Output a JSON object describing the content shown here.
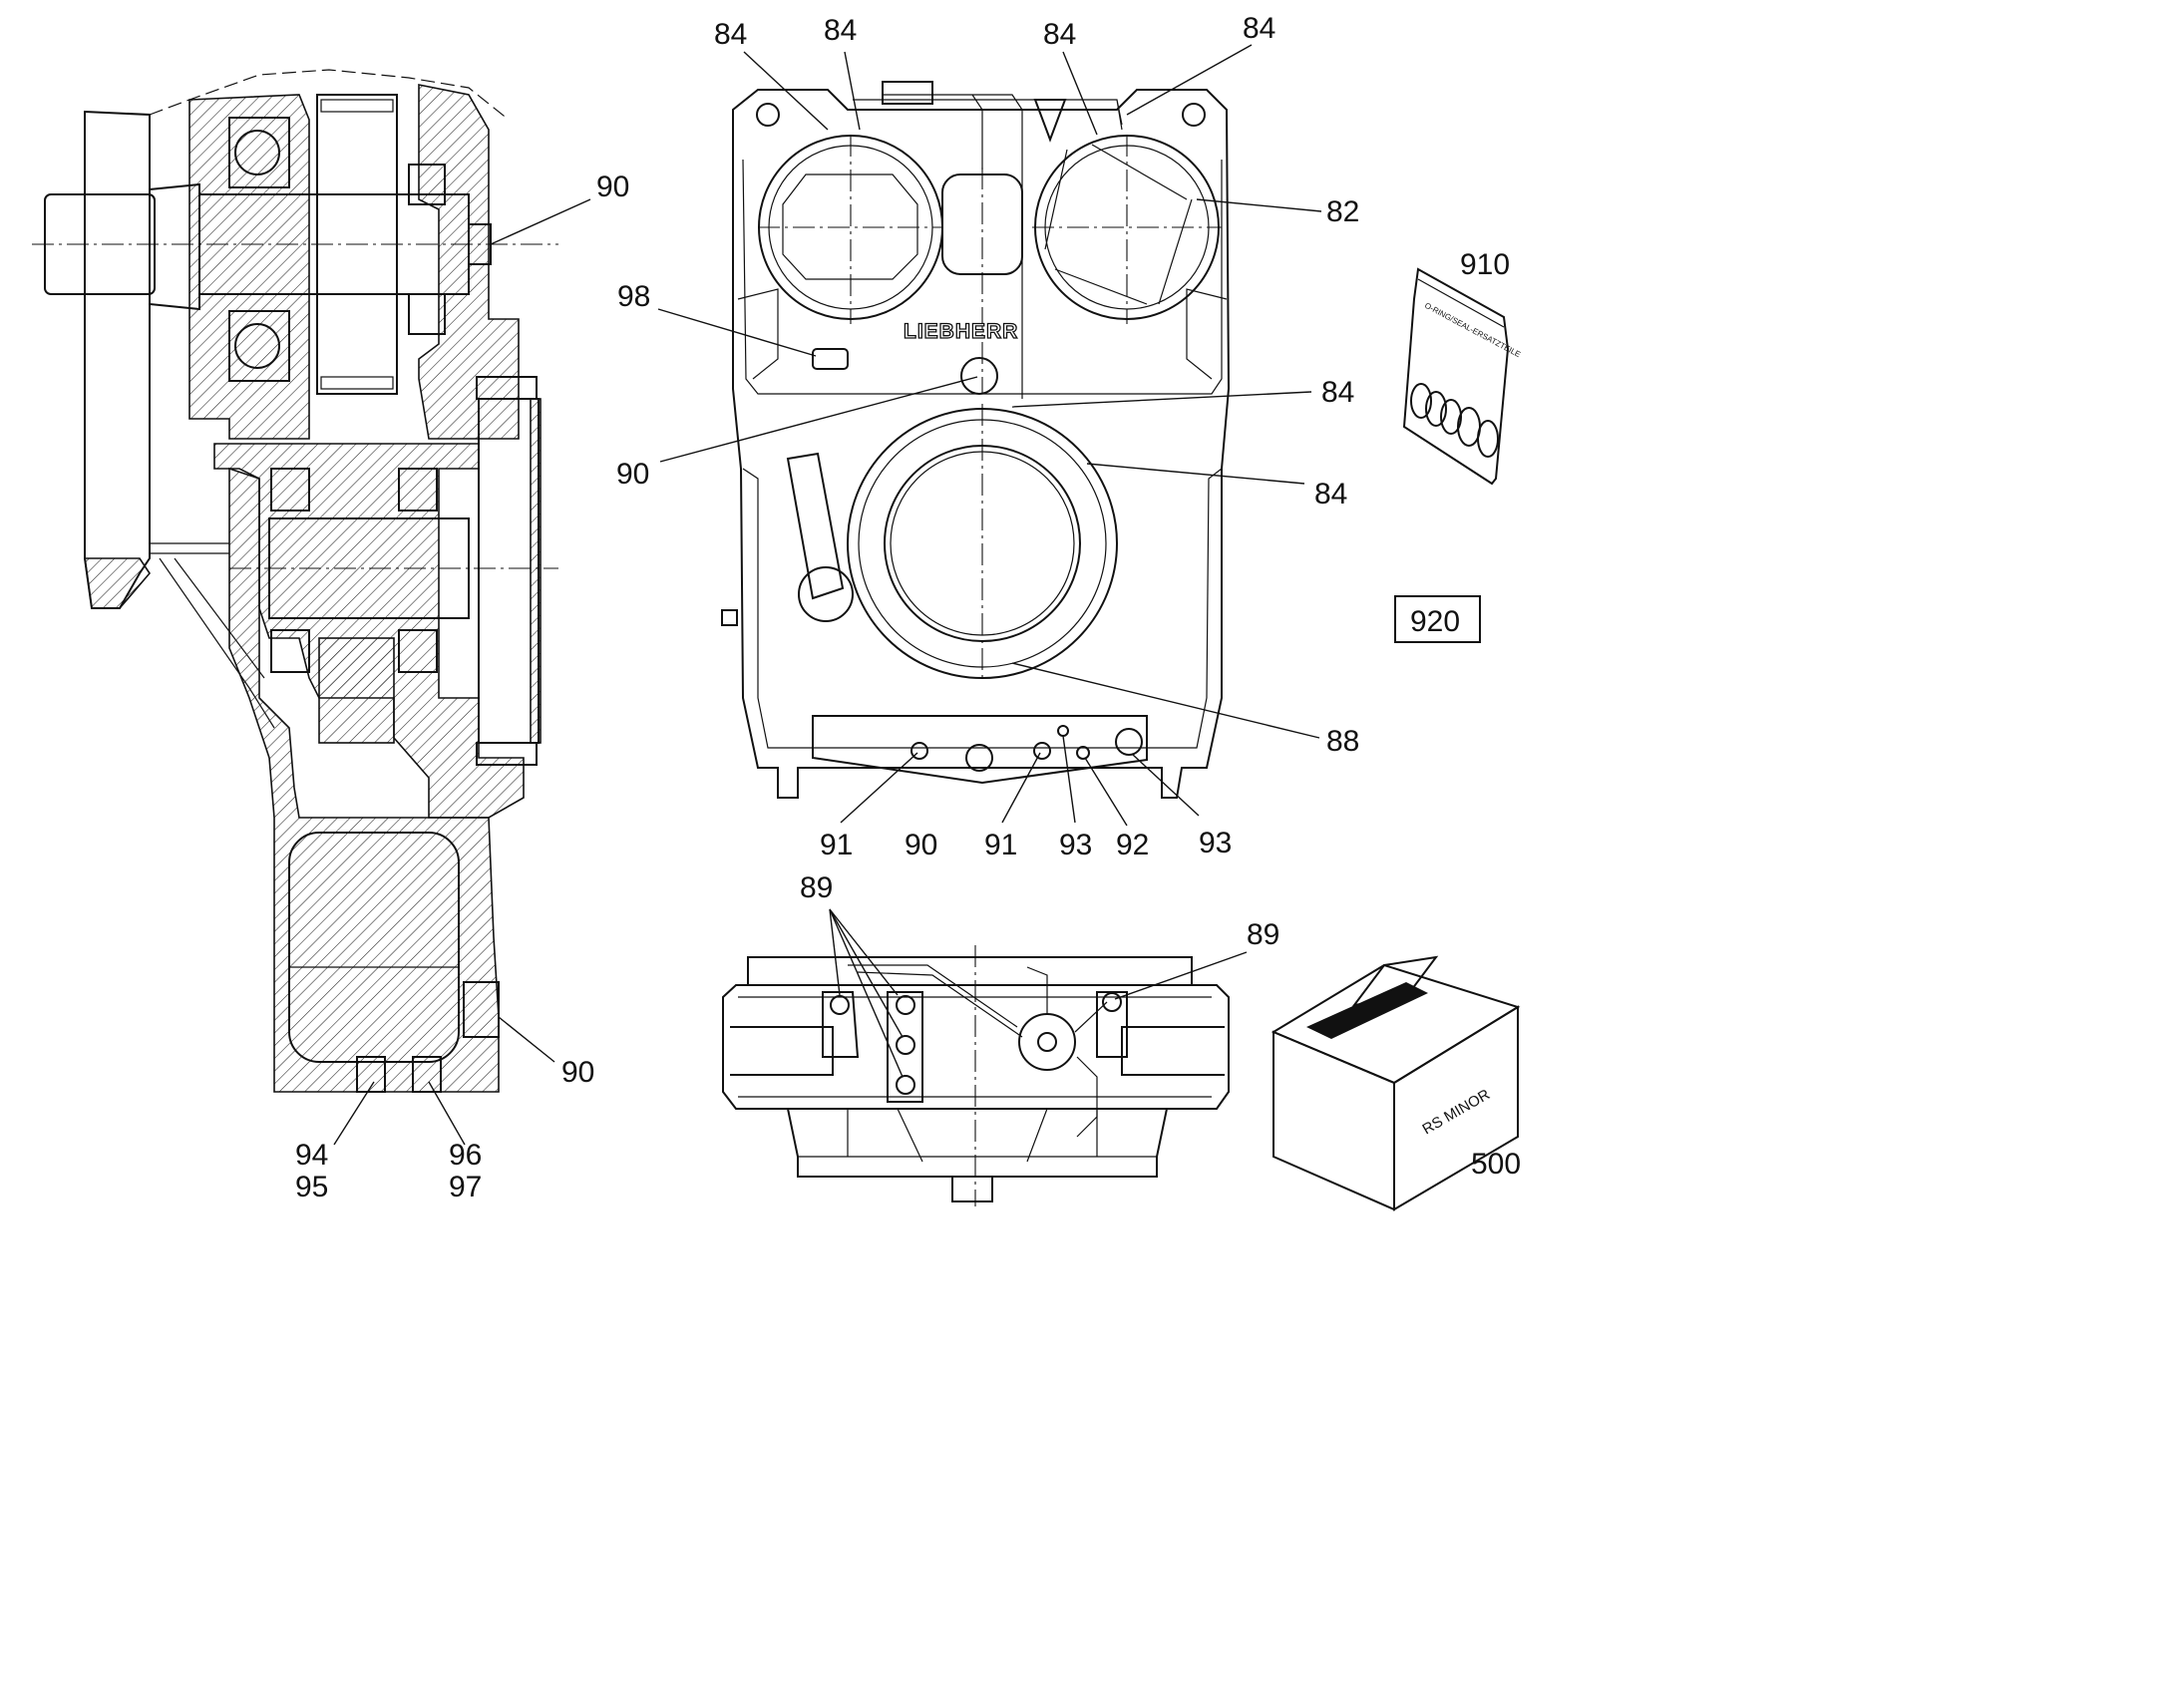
{
  "brand_label": "LIEBHERR",
  "kit_bag_text": "O-RING/SEAL-ERSATZTEILE",
  "box_text": "RS MINOR",
  "part_number_box": "920",
  "callouts": {
    "side_90_top": "90",
    "side_90_bottom": "90",
    "side_94": "94",
    "side_95": "95",
    "side_96": "96",
    "side_97": "97",
    "front_84_a": "84",
    "front_84_b": "84",
    "front_84_c": "84",
    "front_84_d": "84",
    "front_84_e": "84",
    "front_84_f": "84",
    "front_82": "82",
    "front_98": "98",
    "front_90_mid": "90",
    "front_88": "88",
    "front_91_a": "91",
    "front_90_bottom": "90",
    "front_91_b": "91",
    "front_93_a": "93",
    "front_92": "92",
    "front_93_b": "93",
    "bottom_89_a": "89",
    "bottom_89_b": "89",
    "item_910": "910",
    "item_500": "500"
  }
}
